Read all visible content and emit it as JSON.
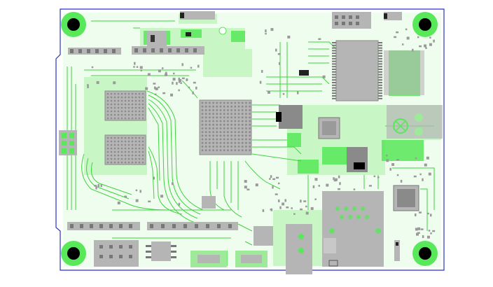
{
  "view": {
    "subject": "",
    "colors": {
      "background": "#ffffff",
      "board_outline": "#2433c8",
      "copper_fill": "#c8f7c5",
      "copper_fill_bright": "#58e85a",
      "trace": "#3fd23f",
      "pad": "#b5b5b5",
      "pad_dark": "#8a8a8a",
      "silkscreen": "#4a4a4a",
      "hole": "#000000"
    }
  },
  "components": {
    "mounting_holes": [
      "hole-top-left",
      "hole-top-right",
      "hole-bottom-left",
      "hole-bottom-right"
    ],
    "bga_packages": [
      "bga-main-processor",
      "bga-memory-top",
      "bga-memory-bottom"
    ],
    "tssop_packages": [
      "ic-tssop-right"
    ],
    "qfn_packages": [
      "ic-qfn-center-right",
      "ic-qfn-bottom-right"
    ],
    "connectors": [
      "ethernet-jack",
      "usb-connector",
      "header-left-2x3",
      "header-bottom-left",
      "header-bottom-middle",
      "jst-connector-1",
      "jst-connector-2"
    ]
  }
}
